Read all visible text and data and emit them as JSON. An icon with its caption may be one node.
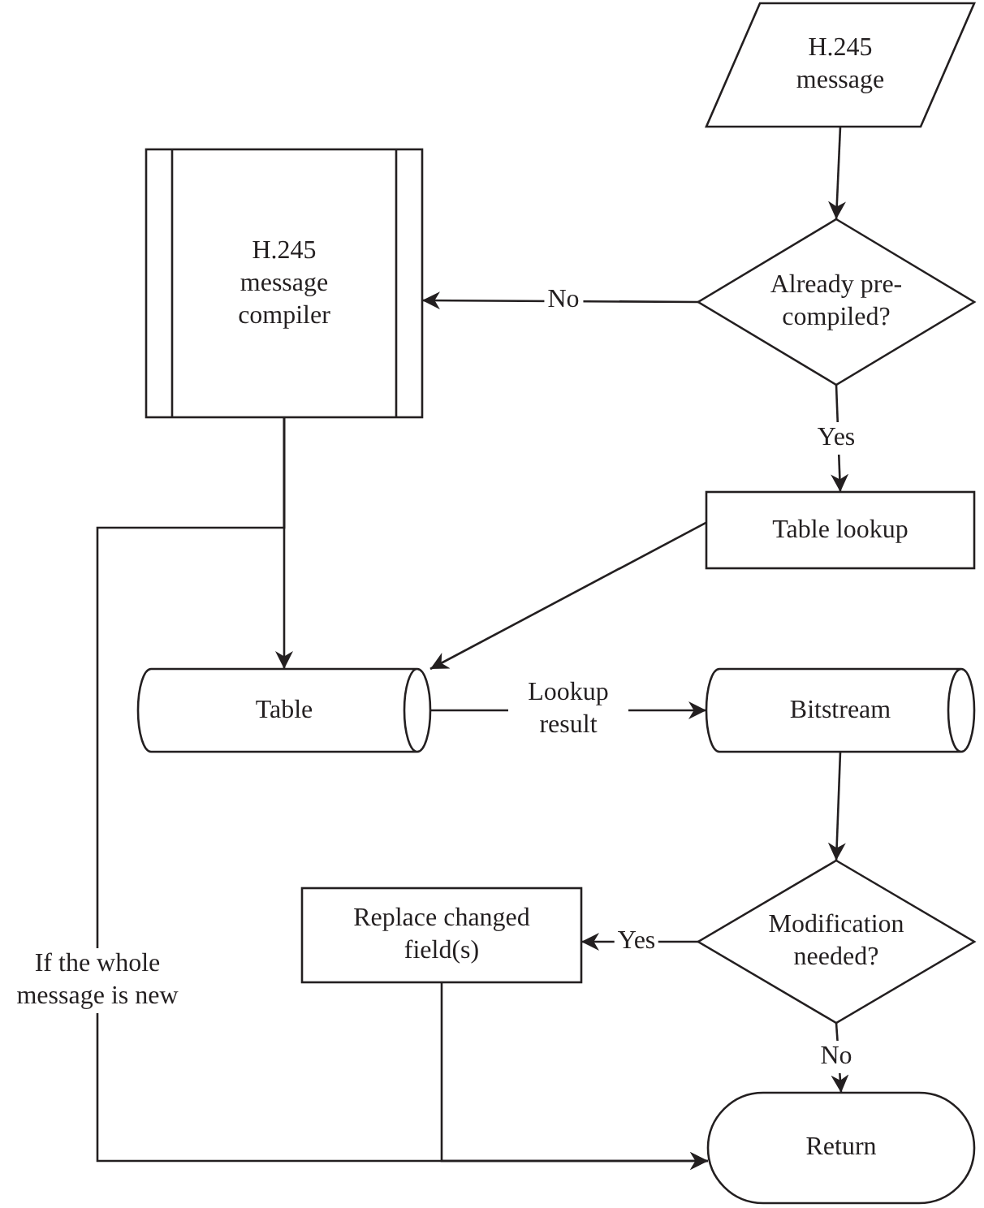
{
  "diagram": {
    "nodes": [
      {
        "text": [
          "H.245 message"
        ]
      },
      {
        "text": [
          "Already pre-compiled?"
        ]
      },
      {
        "text": [
          "H.245 message compiler"
        ]
      },
      {
        "text": [
          "Table lookup"
        ]
      },
      {
        "text": [
          "Table"
        ]
      },
      {
        "text": [
          "Bitstream"
        ]
      },
      {
        "text": [
          "Modification needed?"
        ]
      },
      {
        "text": [
          "Replace changed field(s)"
        ]
      },
      {
        "text": [
          "Return"
        ]
      }
    ],
    "edges": [
      {
        "from": 0,
        "to": 1,
        "arrow": "to"
      },
      {
        "from": 1,
        "to": 2,
        "arrow": "to",
        "label": "No"
      },
      {
        "from": 1,
        "to": 3,
        "arrow": "to",
        "label": "Yes"
      },
      {
        "from": 3,
        "to": 4,
        "arrow": "to"
      },
      {
        "from": 2,
        "to": 4,
        "arrow": "to"
      },
      {
        "from": 4,
        "to": 5,
        "arrow": "to",
        "label": "Lookup result"
      },
      {
        "from": 5,
        "to": 6,
        "arrow": "to"
      },
      {
        "from": 6,
        "to": 7,
        "arrow": "to",
        "label": "Yes"
      },
      {
        "from": 6,
        "to": 8,
        "arrow": "to",
        "label": "No"
      },
      {
        "from": 2,
        "to": 8,
        "arrow": "to",
        "label": "If the whole message is new"
      },
      {
        "from": 7,
        "to": 8,
        "arrow": "to"
      }
    ]
  }
}
